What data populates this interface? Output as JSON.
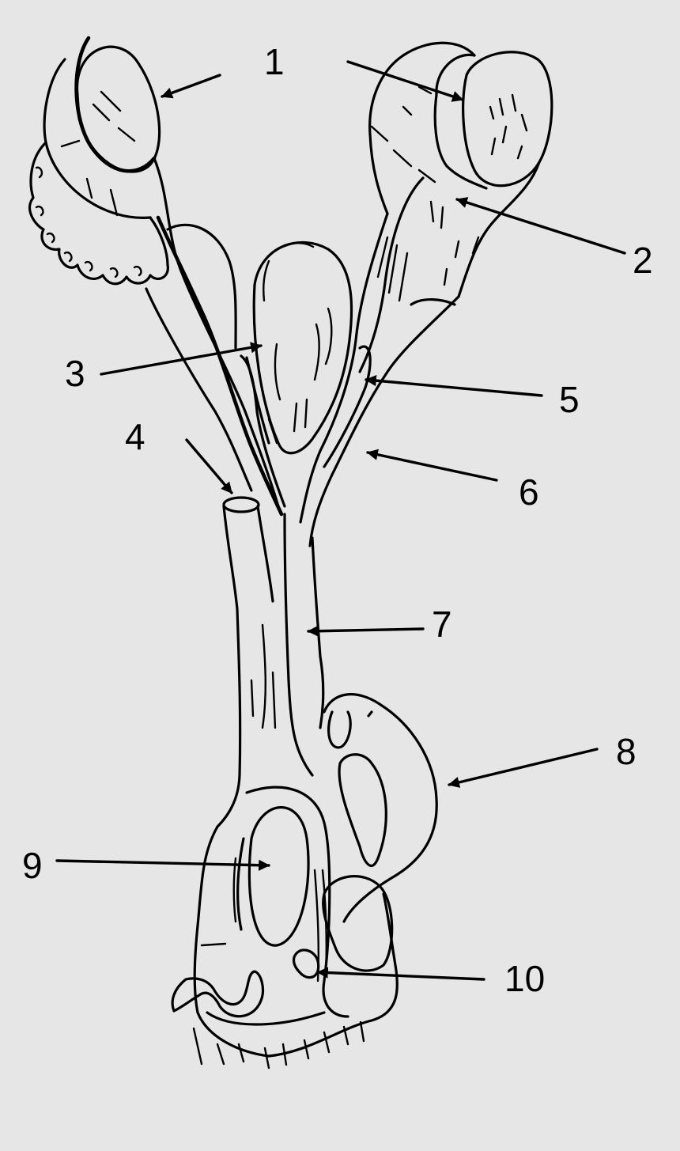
{
  "colors": {
    "background": "#e6e6e6",
    "stroke": "#000000"
  },
  "labels": [
    {
      "id": "label-1",
      "text": "1"
    },
    {
      "id": "label-2",
      "text": "2"
    },
    {
      "id": "label-3",
      "text": "3"
    },
    {
      "id": "label-4",
      "text": "4"
    },
    {
      "id": "label-5",
      "text": "5"
    },
    {
      "id": "label-6",
      "text": "6"
    },
    {
      "id": "label-7",
      "text": "7"
    },
    {
      "id": "label-8",
      "text": "8"
    },
    {
      "id": "label-9",
      "text": "9"
    },
    {
      "id": "label-10",
      "text": "10"
    }
  ]
}
